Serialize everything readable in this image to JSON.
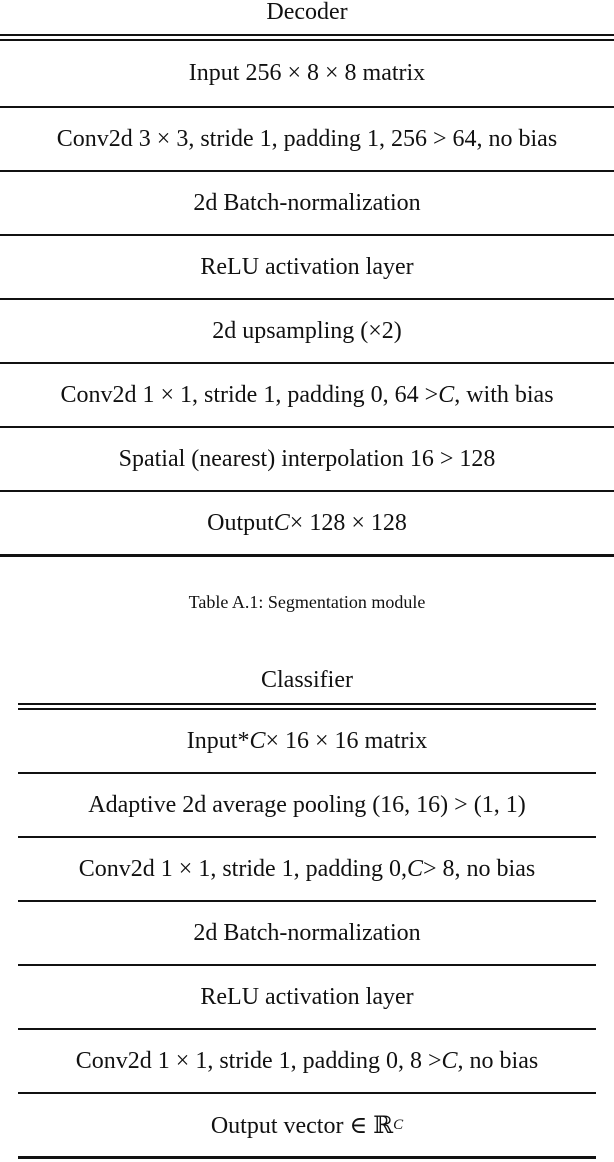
{
  "decoder": {
    "header": "Decoder",
    "rows": [
      "Input 256 × 8 × 8 matrix",
      "Conv2d 3 × 3, stride 1, padding 1, 256 > 64, no bias",
      "2d Batch-normalization",
      "ReLU activation layer",
      "2d upsampling (×2)",
      "Conv2d 1 × 1, stride 1, padding 0, 64 > C, with bias",
      "Spatial (nearest) interpolation 16 > 128",
      "Output C × 128 × 128"
    ]
  },
  "caption": "Table A.1: Segmentation module",
  "classifier": {
    "header": "Classifier",
    "rows": [
      "Input* C × 16 × 16 matrix",
      "Adaptive 2d average pooling (16, 16) > (1, 1)",
      "Conv2d 1 × 1, stride 1, padding 0, C > 8, no bias",
      "2d Batch-normalization",
      "ReLU activation layer",
      "Conv2d 1 × 1, stride 1, padding 0, 8 > C, no bias",
      "Output vector ∈ ℝ^C"
    ]
  }
}
